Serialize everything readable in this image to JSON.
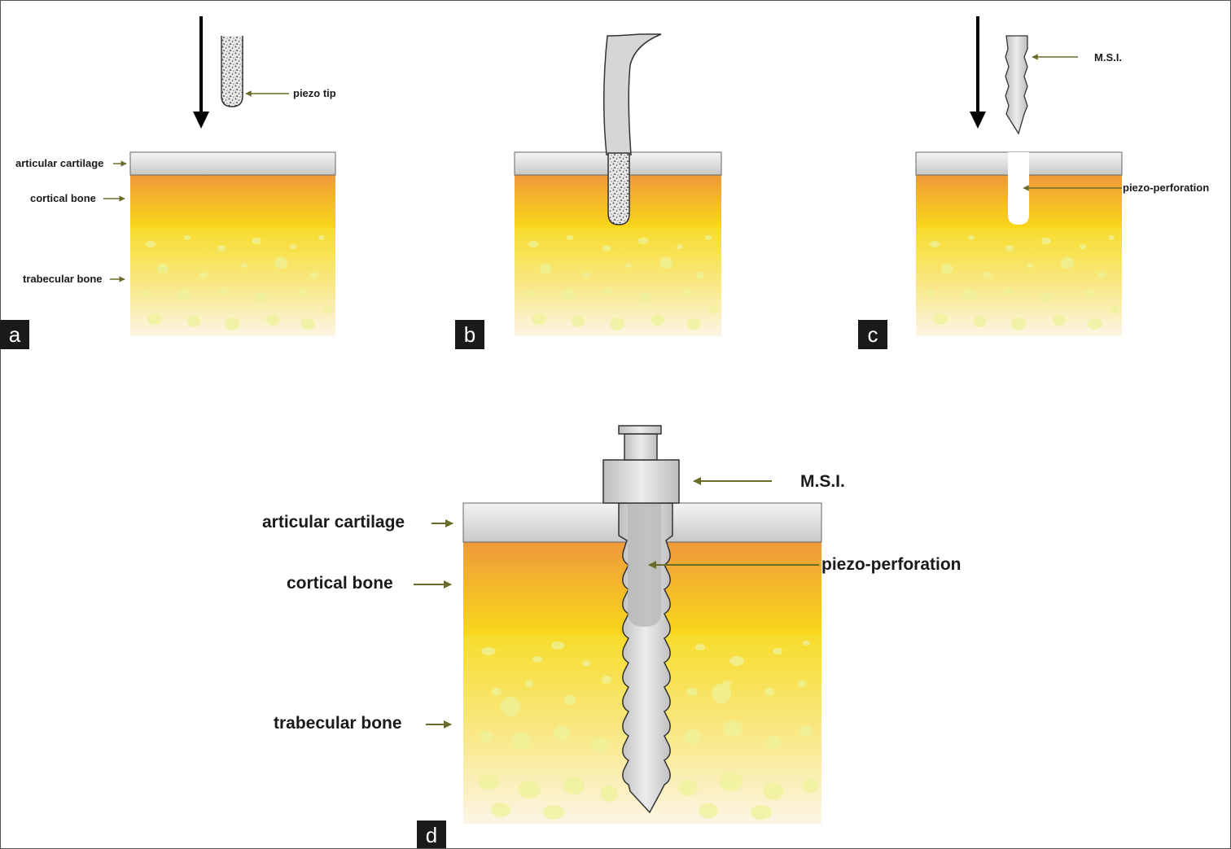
{
  "panels": {
    "a": {
      "tag": "a",
      "labels": {
        "articular_cartilage": "articular cartilage",
        "cortical_bone": "cortical bone",
        "trabecular_bone": "trabecular bone",
        "piezo_tip": "piezo tip"
      }
    },
    "b": {
      "tag": "b"
    },
    "c": {
      "tag": "c",
      "labels": {
        "msi": "M.S.I.",
        "piezo_perforation": "piezo-perforation"
      }
    },
    "d": {
      "tag": "d",
      "labels": {
        "msi": "M.S.I.",
        "articular_cartilage": "articular cartilage",
        "cortical_bone": "cortical bone",
        "piezo_perforation": "piezo-perforation",
        "trabecular_bone": "trabecular bone"
      }
    }
  },
  "colors": {
    "cartilage": "#dcdcdc",
    "cortical_top": "#ef9a3a",
    "cortical_bottom": "#f7d21c",
    "trabecular_top": "#f6dc30",
    "trabecular_bottom": "#fbf3df",
    "pointer_arrow": "#6b6b2a",
    "tag_bg": "#1a1a1a"
  }
}
